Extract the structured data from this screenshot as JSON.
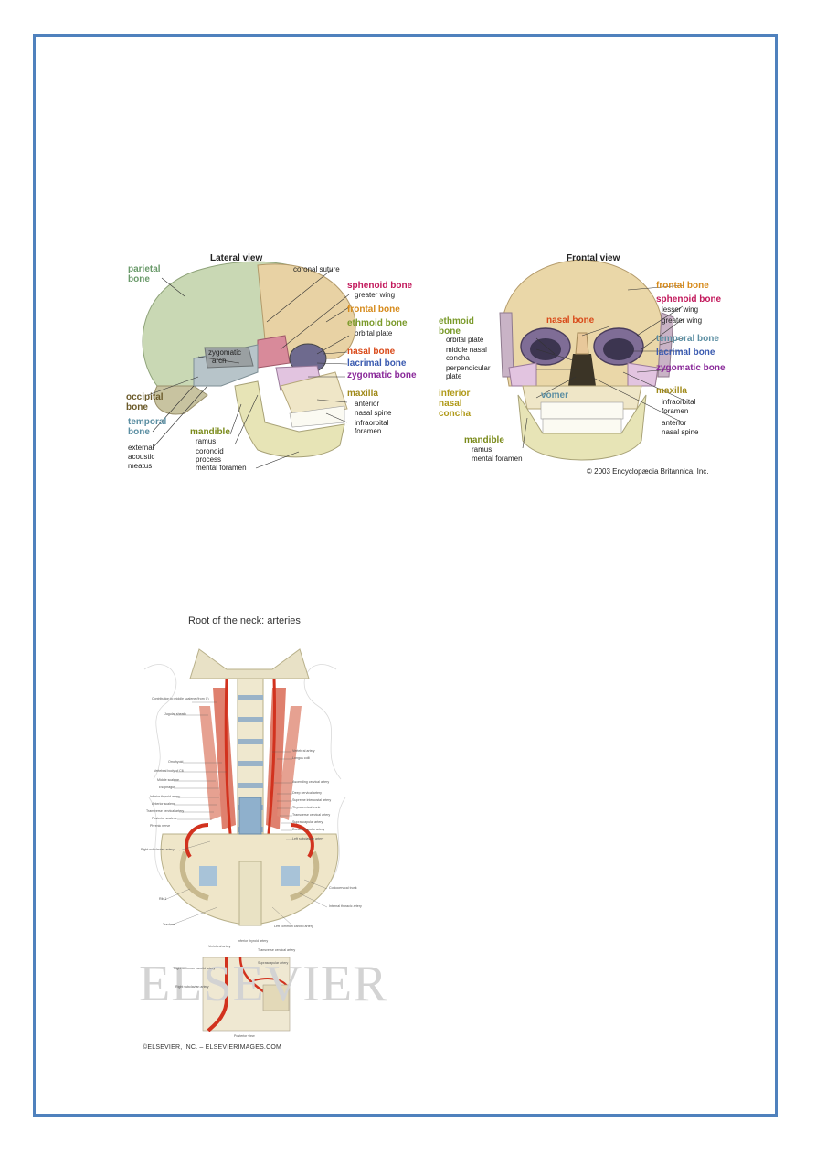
{
  "skull_figure": {
    "lateral_title": "Lateral view",
    "frontal_title": "Frontal view",
    "lateral_labels": [
      {
        "text": "parietal",
        "color": "#6a9a6a"
      },
      {
        "text": "bone",
        "color": "#6a9a6a"
      },
      {
        "text": "occipital",
        "color": "#6b5a2a"
      },
      {
        "text": "bone",
        "color": "#6b5a2a"
      },
      {
        "text": "temporal",
        "color": "#5b8ea2"
      },
      {
        "text": "bone",
        "color": "#5b8ea2"
      },
      {
        "text": "external",
        "color": "#222"
      },
      {
        "text": "acoustic",
        "color": "#222"
      },
      {
        "text": "meatus",
        "color": "#222"
      },
      {
        "text": "mandible",
        "color": "#7a8a1a"
      },
      {
        "text": "ramus",
        "color": "#222"
      },
      {
        "text": "coronoid",
        "color": "#222"
      },
      {
        "text": "process",
        "color": "#222"
      },
      {
        "text": "mental foramen",
        "color": "#222"
      },
      {
        "text": "zygomatic",
        "color": "#222"
      },
      {
        "text": "arch",
        "color": "#222"
      },
      {
        "text": "coronal suture",
        "color": "#222"
      },
      {
        "text": "sphenoid bone",
        "color": "#c2185b"
      },
      {
        "text": "greater wing",
        "color": "#222"
      },
      {
        "text": "frontal bone",
        "color": "#d68a1a"
      },
      {
        "text": "ethmoid bone",
        "color": "#7a9a2a"
      },
      {
        "text": "orbital plate",
        "color": "#222"
      },
      {
        "text": "nasal bone",
        "color": "#d94a1a"
      },
      {
        "text": "lacrimal bone",
        "color": "#3a5ab0"
      },
      {
        "text": "zygomatic bone",
        "color": "#8a2a9a"
      },
      {
        "text": "maxilla",
        "color": "#a08a1a"
      },
      {
        "text": "anterior",
        "color": "#222"
      },
      {
        "text": "nasal spine",
        "color": "#222"
      },
      {
        "text": "infraorbital",
        "color": "#222"
      },
      {
        "text": "foramen",
        "color": "#222"
      }
    ],
    "frontal_labels": [
      {
        "text": "frontal bone",
        "color": "#d68a1a"
      },
      {
        "text": "sphenoid bone",
        "color": "#c2185b"
      },
      {
        "text": "lesser wing",
        "color": "#222"
      },
      {
        "text": "greater wing",
        "color": "#222"
      },
      {
        "text": "temporal bone",
        "color": "#5b8ea2"
      },
      {
        "text": "lacrimal bone",
        "color": "#3a5ab0"
      },
      {
        "text": "zygomatic bone",
        "color": "#8a2a9a"
      },
      {
        "text": "maxilla",
        "color": "#a08a1a"
      },
      {
        "text": "infraorbital",
        "color": "#222"
      },
      {
        "text": "foramen",
        "color": "#222"
      },
      {
        "text": "anterior",
        "color": "#222"
      },
      {
        "text": "nasal spine",
        "color": "#222"
      },
      {
        "text": "nasal bone",
        "color": "#d94a1a"
      },
      {
        "text": "ethmoid",
        "color": "#7a9a2a"
      },
      {
        "text": "bone",
        "color": "#7a9a2a"
      },
      {
        "text": "orbital plate",
        "color": "#222"
      },
      {
        "text": "middle nasal",
        "color": "#222"
      },
      {
        "text": "concha",
        "color": "#222"
      },
      {
        "text": "perpendicular",
        "color": "#222"
      },
      {
        "text": "plate",
        "color": "#222"
      },
      {
        "text": "inferior",
        "color": "#b09a1a"
      },
      {
        "text": "nasal",
        "color": "#b09a1a"
      },
      {
        "text": "concha",
        "color": "#b09a1a"
      },
      {
        "text": "vomer",
        "color": "#5b8ea2"
      },
      {
        "text": "mandible",
        "color": "#7a8a1a"
      },
      {
        "text": "ramus",
        "color": "#222"
      },
      {
        "text": "mental foramen",
        "color": "#222"
      }
    ],
    "copyright": "© 2003 Encyclopædia Britannica, Inc."
  },
  "neck_figure": {
    "title": "Root of the neck: arteries",
    "labels_left": [
      "Contribution to middle scalene (from C)",
      "Jugular sheath",
      "Omohyoid",
      "Vertebral body of C6",
      "Middle scalene",
      "Esophagus",
      "Inferior thyroid artery",
      "Anterior scalene",
      "Transverse cervical artery",
      "Posterior scalene",
      "Phrenic nerve",
      "Right subclavian artery",
      "Rib 1",
      "Trachea"
    ],
    "labels_right": [
      "Vertebral artery",
      "Longus colli",
      "Ascending cervical artery",
      "Deep cervical artery",
      "Supreme intercostal artery",
      "Thyrocervical trunk",
      "Transverse cervical artery",
      "Suprascapular artery",
      "Dorsal scapular artery",
      "Left subclavian artery",
      "Costocervical trunk",
      "Internal thoracic artery",
      "Left common carotid artery"
    ],
    "inset_labels": [
      "Vertebral artery",
      "Inferior thyroid artery",
      "Transverse cervical artery",
      "Suprascapular artery",
      "Right common carotid artery",
      "Right subclavian artery"
    ],
    "inset_caption": "Posterior view",
    "watermark": "ELSEVIER",
    "credit": "©ELSEVIER, INC. – ELSEVIERIMAGES.COM"
  }
}
